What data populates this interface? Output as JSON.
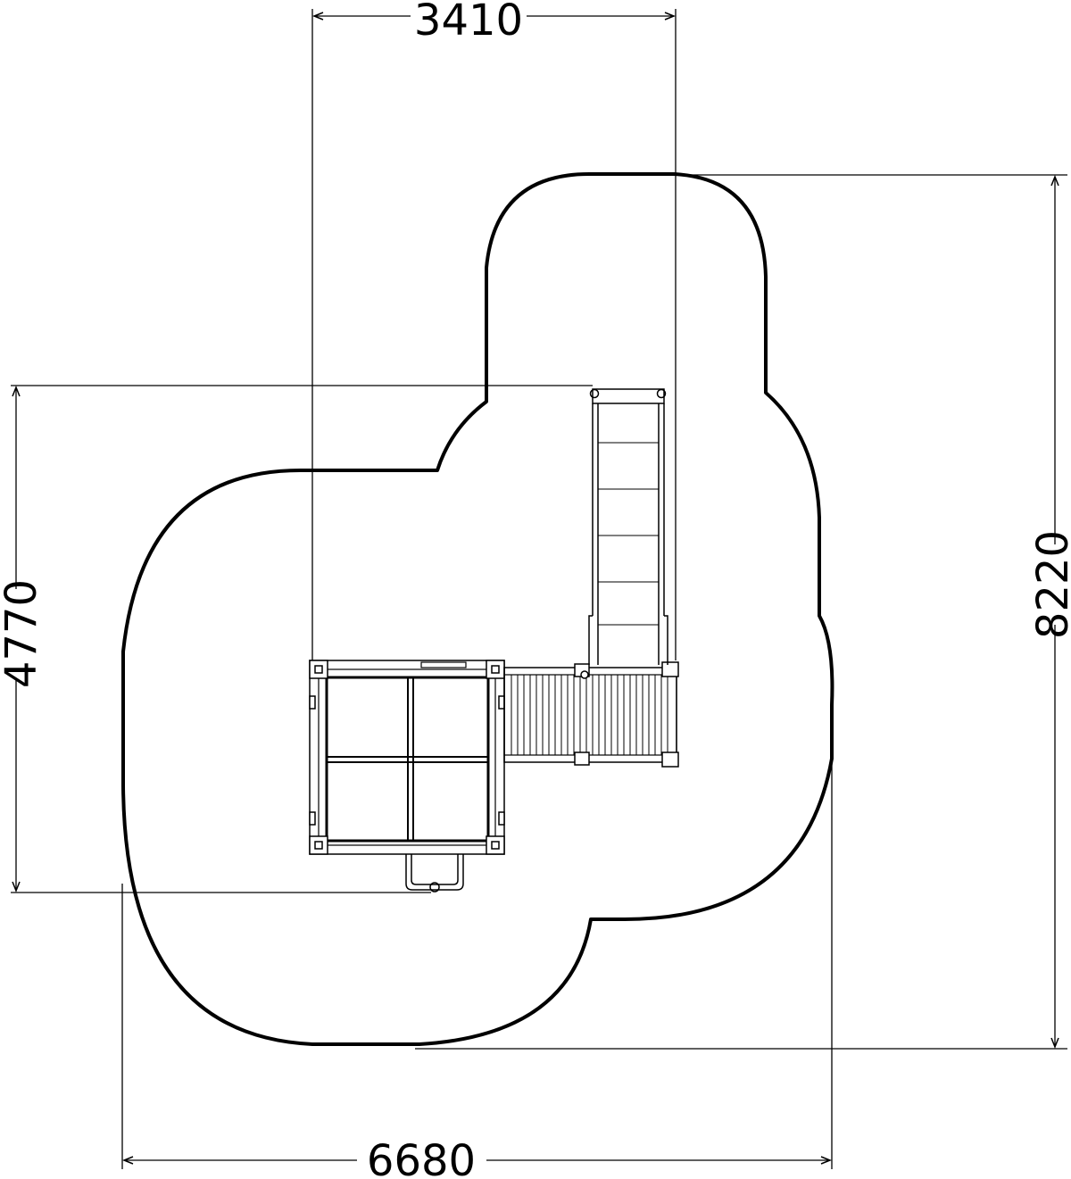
{
  "drawing": {
    "title": "",
    "units": "",
    "line_color": "#000000",
    "background": "#ffffff"
  },
  "dimensions": {
    "top_width": "3410",
    "left_height": "4770",
    "right_height": "8220",
    "bottom_width": "6680"
  }
}
